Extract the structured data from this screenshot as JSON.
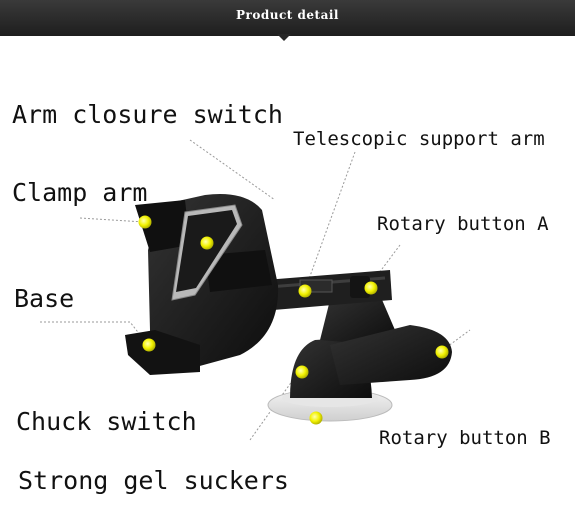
{
  "header": {
    "title": "Product detail"
  },
  "labels": {
    "arm_closure_switch": "Arm closure switch",
    "telescopic_support_arm": "Telescopic support arm",
    "clamp_arm": "Clamp arm",
    "rotary_button_a": "Rotary button A",
    "base": "Base",
    "chuck_switch": "Chuck switch",
    "rotary_button_b": "Rotary button B",
    "strong_gel_suckers": "Strong gel suckers"
  },
  "colors": {
    "header_bg": "#262626",
    "marker": "#f2f200",
    "product_body": "#1a1a1a",
    "leader_line": "#9a9a9a"
  },
  "icons": [
    "marker-dot-icon"
  ]
}
